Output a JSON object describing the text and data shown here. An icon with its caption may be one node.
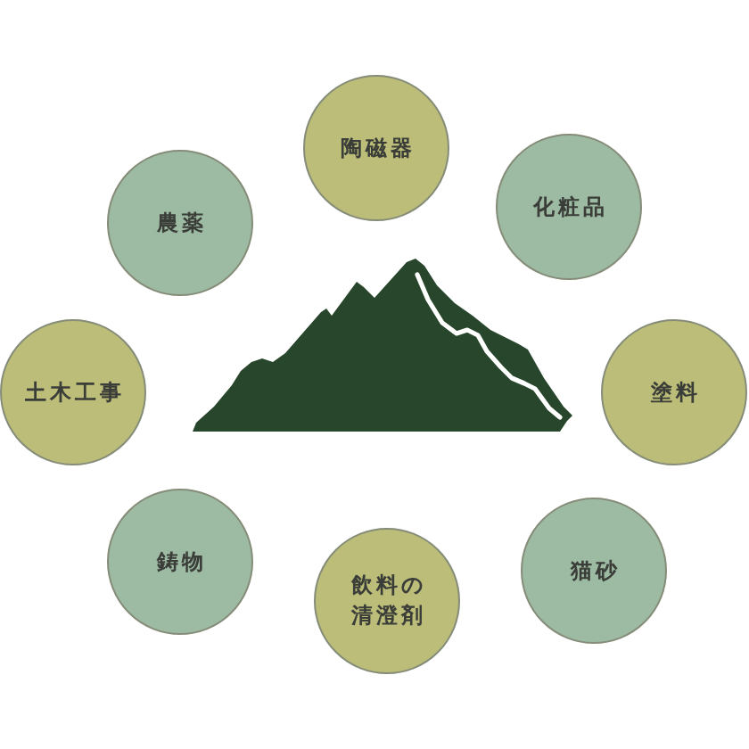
{
  "diagram": {
    "nodes": [
      {
        "text": [
          "陶磁器"
        ]
      },
      {
        "text": [
          "化粧品"
        ]
      },
      {
        "text": [
          "塗料"
        ]
      },
      {
        "text": [
          "猫砂"
        ]
      },
      {
        "text": [
          "飲料の清澄剤"
        ]
      },
      {
        "text": [
          "鋳物"
        ]
      },
      {
        "text": [
          "土木工事"
        ]
      },
      {
        "text": [
          "農薬"
        ]
      }
    ]
  }
}
